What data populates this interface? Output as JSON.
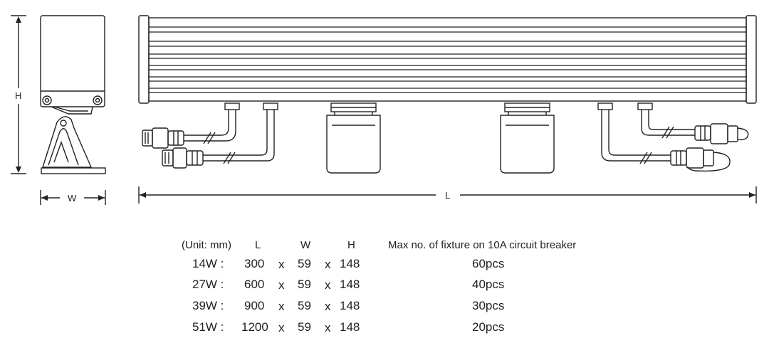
{
  "dimensions": {
    "height_label": "H",
    "width_label": "W",
    "length_label": "L"
  },
  "table": {
    "unit_label": "(Unit: mm)",
    "col_L": "L",
    "col_W": "W",
    "col_H": "H",
    "col_max": "Max no. of fixture on 10A circuit breaker",
    "rows": [
      {
        "model": "14W :",
        "L": "300",
        "x1": "x",
        "W": "59",
        "x2": "x",
        "H": "148",
        "max": "60pcs"
      },
      {
        "model": "27W :",
        "L": "600",
        "x1": "x",
        "W": "59",
        "x2": "x",
        "H": "148",
        "max": "40pcs"
      },
      {
        "model": "39W :",
        "L": "900",
        "x1": "x",
        "W": "59",
        "x2": "x",
        "H": "148",
        "max": "30pcs"
      },
      {
        "model": "51W :",
        "L": "1200",
        "x1": "x",
        "W": "59",
        "x2": "x",
        "H": "148",
        "max": "20pcs"
      }
    ]
  }
}
